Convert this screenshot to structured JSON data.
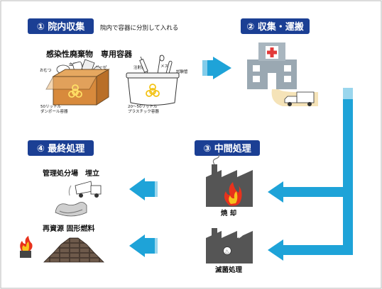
{
  "colors": {
    "label_bg": "#1b3f94",
    "arrow": "#1ea3d8",
    "building": "#9aa8b2",
    "factory": "#555555",
    "box": "#d88a3c",
    "border": "#b9b9b9"
  },
  "steps": {
    "step1": {
      "label": "① 院内収集",
      "note": "院内で容器に分別して入れる"
    },
    "step2": {
      "label": "② 収集・運搬"
    },
    "step3": {
      "label": "③ 中間処理"
    },
    "step4": {
      "label": "④ 最終処理"
    }
  },
  "containers": {
    "title": "感染性廃棄物　専用容器",
    "items": {
      "omutsu": "おむつ",
      "blood_pack": "血液パック",
      "gauze": "ガーゼ",
      "syringe": "注射器",
      "scalpel": "メス",
      "test_tube": "試験管"
    },
    "cardboard_size": "50リットル",
    "cardboard_type": "ダンボール容器",
    "plastic_size": "20～50リットル",
    "plastic_type": "プラスチック容器"
  },
  "final": {
    "landfill_label": "管理処分場　埋立",
    "recycle_label": "再資源 固形燃料"
  },
  "intermediate": {
    "incineration_label": "焼 却",
    "sterilization_label": "滅菌処理"
  },
  "icons": [
    "hospital-icon",
    "truck-icon",
    "factory-icon",
    "fire-icon",
    "biohazard-icon",
    "arrow-icon",
    "dump-truck-icon",
    "brick-pile-icon",
    "steam-icon"
  ]
}
